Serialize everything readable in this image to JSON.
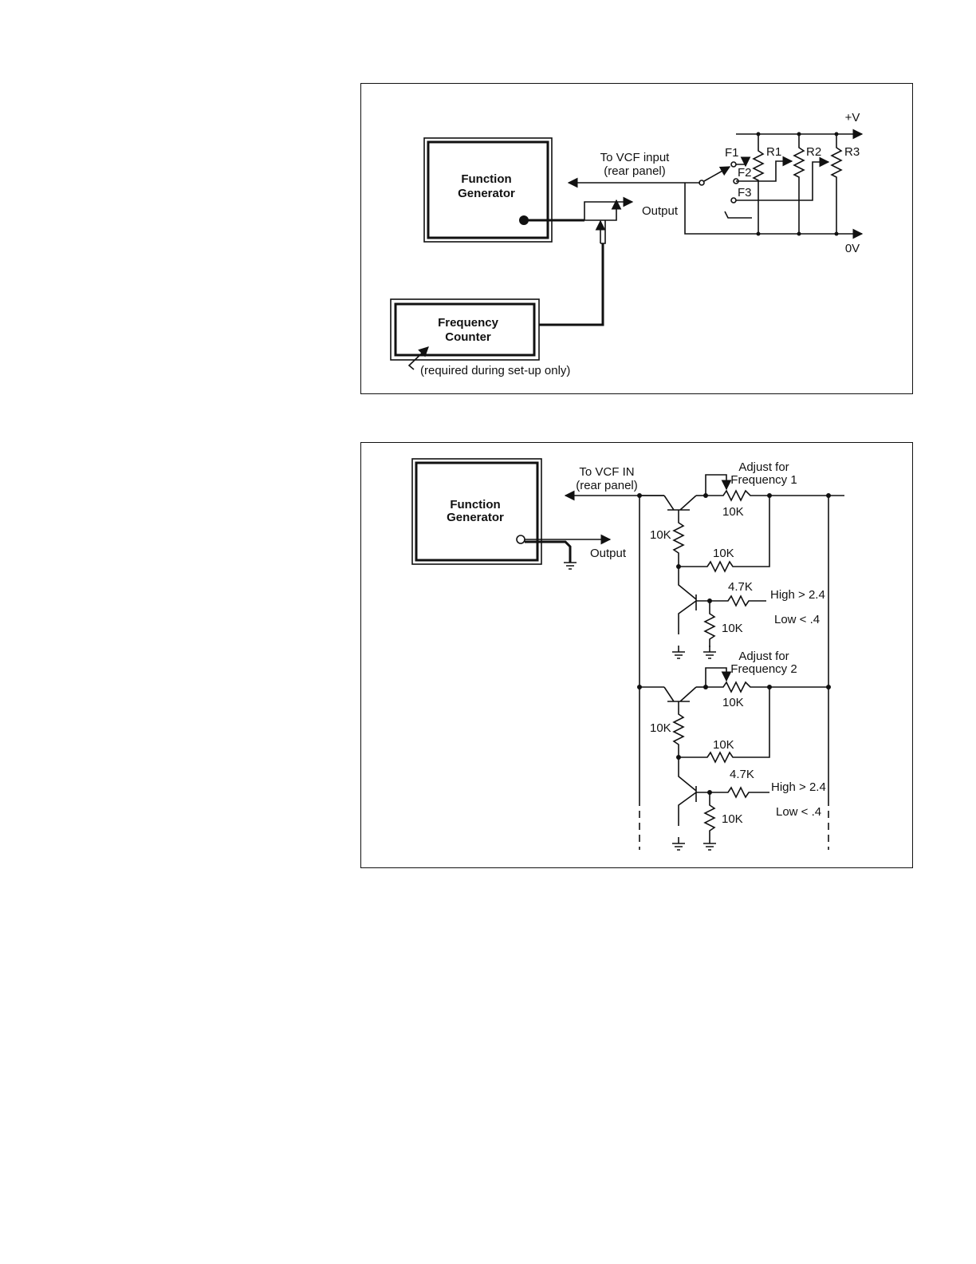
{
  "figure1": {
    "function_generator": [
      "Function",
      "Generator"
    ],
    "frequency_counter": [
      "Frequency",
      "Counter"
    ],
    "to_vcf_input": [
      "To VCF input",
      "(rear panel)"
    ],
    "output_label": "Output",
    "note": "(required during set-up only)",
    "switch_labels": [
      "F1",
      "F2",
      "F3"
    ],
    "resistor_labels": [
      "R1",
      "R2",
      "R3"
    ],
    "plus_v": "+V",
    "zero_v": "0V"
  },
  "figure2": {
    "function_generator": [
      "Function",
      "Generator"
    ],
    "to_vcf_in": [
      "To VCF IN",
      "(rear panel)"
    ],
    "output_label": "Output",
    "stage1": {
      "adjust": [
        "Adjust for",
        "Frequency 1"
      ],
      "pot": "10K",
      "r_emitter": "10K",
      "r_mid": "10K",
      "r_base": "4.7K",
      "r_pulldown": "10K",
      "high": "High > 2.4",
      "low": "Low < .4"
    },
    "stage2": {
      "adjust": [
        "Adjust for",
        "Frequency 2"
      ],
      "pot": "10K",
      "r_emitter": "10K",
      "r_mid": "10K",
      "r_base": "4.7K",
      "r_pulldown": "10K",
      "high": "High > 2.4",
      "low": "Low < .4"
    }
  },
  "colors": {
    "ink": "#111111",
    "paper": "#ffffff"
  }
}
